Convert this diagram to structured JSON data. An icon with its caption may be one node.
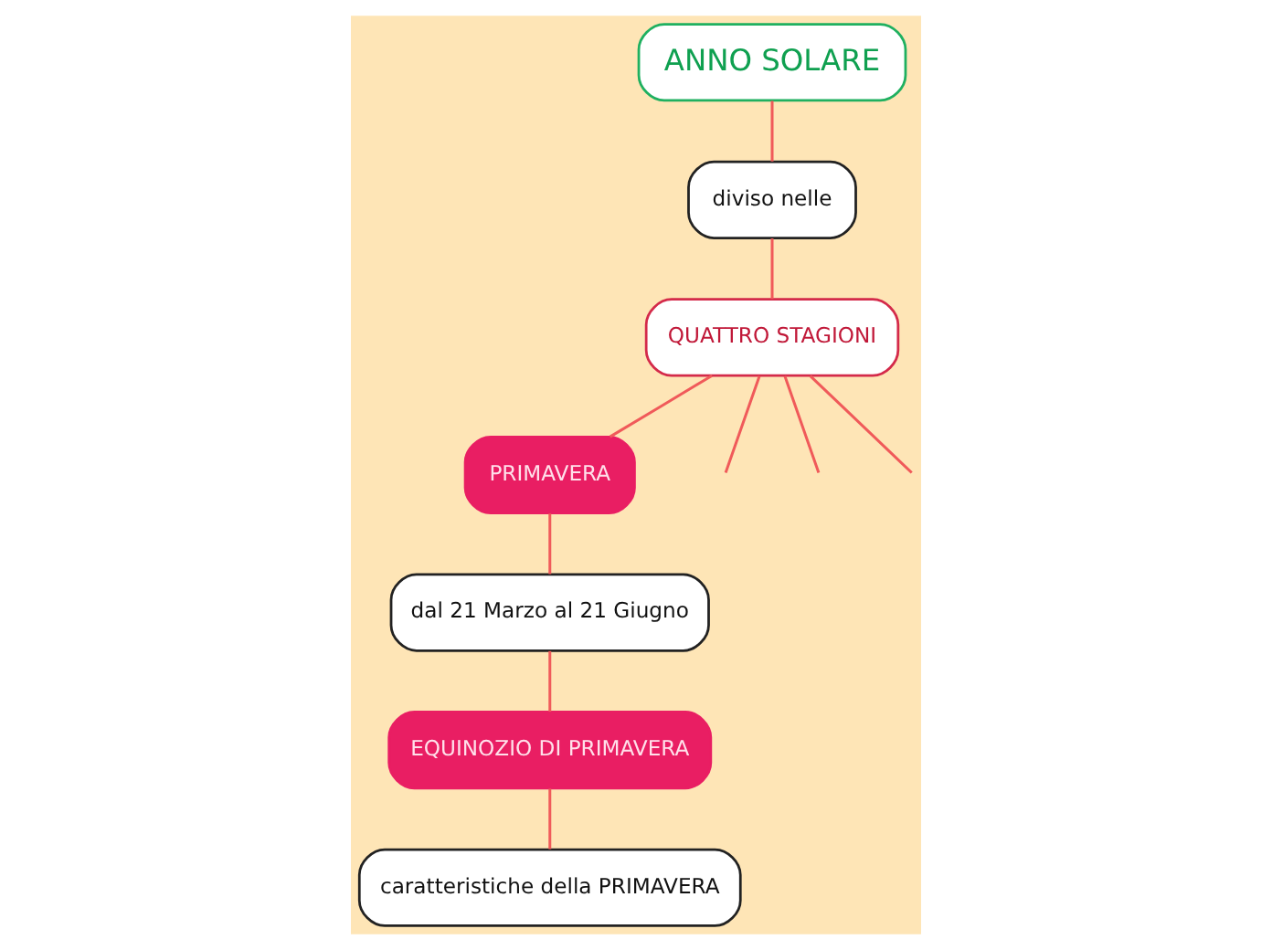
{
  "diagram": {
    "nodes": [
      {
        "text": [
          "ANNO SOLARE"
        ]
      },
      {
        "text": [
          "diviso nelle"
        ]
      },
      {
        "text": [
          "QUATTRO STAGIONI"
        ]
      },
      {
        "text": [
          "PRIMAVERA"
        ]
      },
      {
        "text": [
          "dal 21 Marzo al 21 Giugno"
        ]
      },
      {
        "text": [
          "EQUINOZIO DI PRIMAVERA"
        ]
      },
      {
        "text": [
          "caratteristiche della PRIMAVERA"
        ]
      }
    ],
    "edges": [
      {
        "from": 0,
        "to": 1,
        "arrow": "none"
      },
      {
        "from": 1,
        "to": 2,
        "arrow": "none"
      },
      {
        "from": 2,
        "to": null,
        "arrow": "none"
      },
      {
        "from": 2,
        "to": 3,
        "arrow": "none"
      },
      {
        "from": 2,
        "to": null,
        "arrow": "none"
      },
      {
        "from": 2,
        "to": null,
        "arrow": "none"
      },
      {
        "from": 3,
        "to": 4,
        "arrow": "none"
      },
      {
        "from": 4,
        "to": 5,
        "arrow": "none"
      },
      {
        "from": 5,
        "to": 6,
        "arrow": "none"
      }
    ]
  }
}
